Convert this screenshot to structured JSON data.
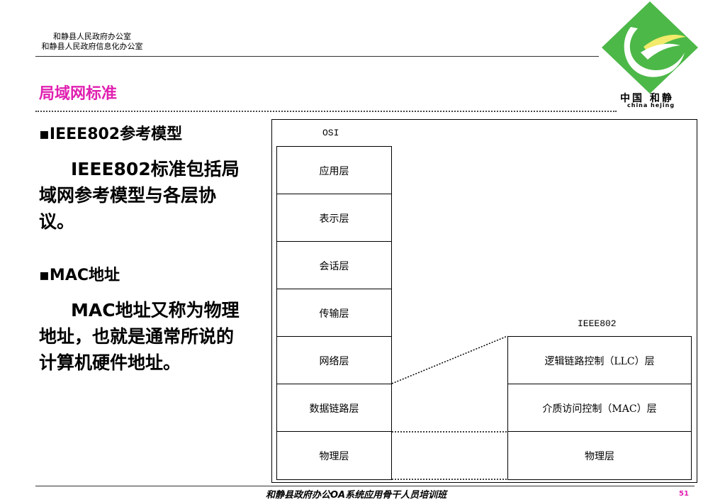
{
  "header": {
    "org_line1": "和静县人民政府办公室",
    "org_line2": "和静县人民政府信息化办公室",
    "title": "局域网标准",
    "logo_cn": "中国 和静",
    "logo_en": "china  hejing",
    "logo_colors": {
      "green": "#4cb848",
      "yellow": "#f2ea6a",
      "white": "#ffffff"
    }
  },
  "content": {
    "bullet1": "IEEE802参考模型",
    "para1": "IEEE802标准包括局域网参考模型与各层协议。",
    "bullet2": "MAC地址",
    "para2": "MAC地址又称为物理地址，也就是通常所说的计算机硬件地址。"
  },
  "diagram": {
    "osi_label": "OSI",
    "ieee_label": "IEEE802",
    "osi_layers": [
      "应用层",
      "表示层",
      "会话层",
      "传输层",
      "网络层",
      "数据链路层",
      "物理层"
    ],
    "ieee_layers": [
      "逻辑链路控制（LLC）层",
      "介质访问控制（MAC）层",
      "物理层"
    ]
  },
  "footer": {
    "text": "和静县政府办公OA系统应用骨干人员培训班",
    "page": "51",
    "page_color": "#e020b0"
  },
  "colors": {
    "title": "#e020b0"
  }
}
